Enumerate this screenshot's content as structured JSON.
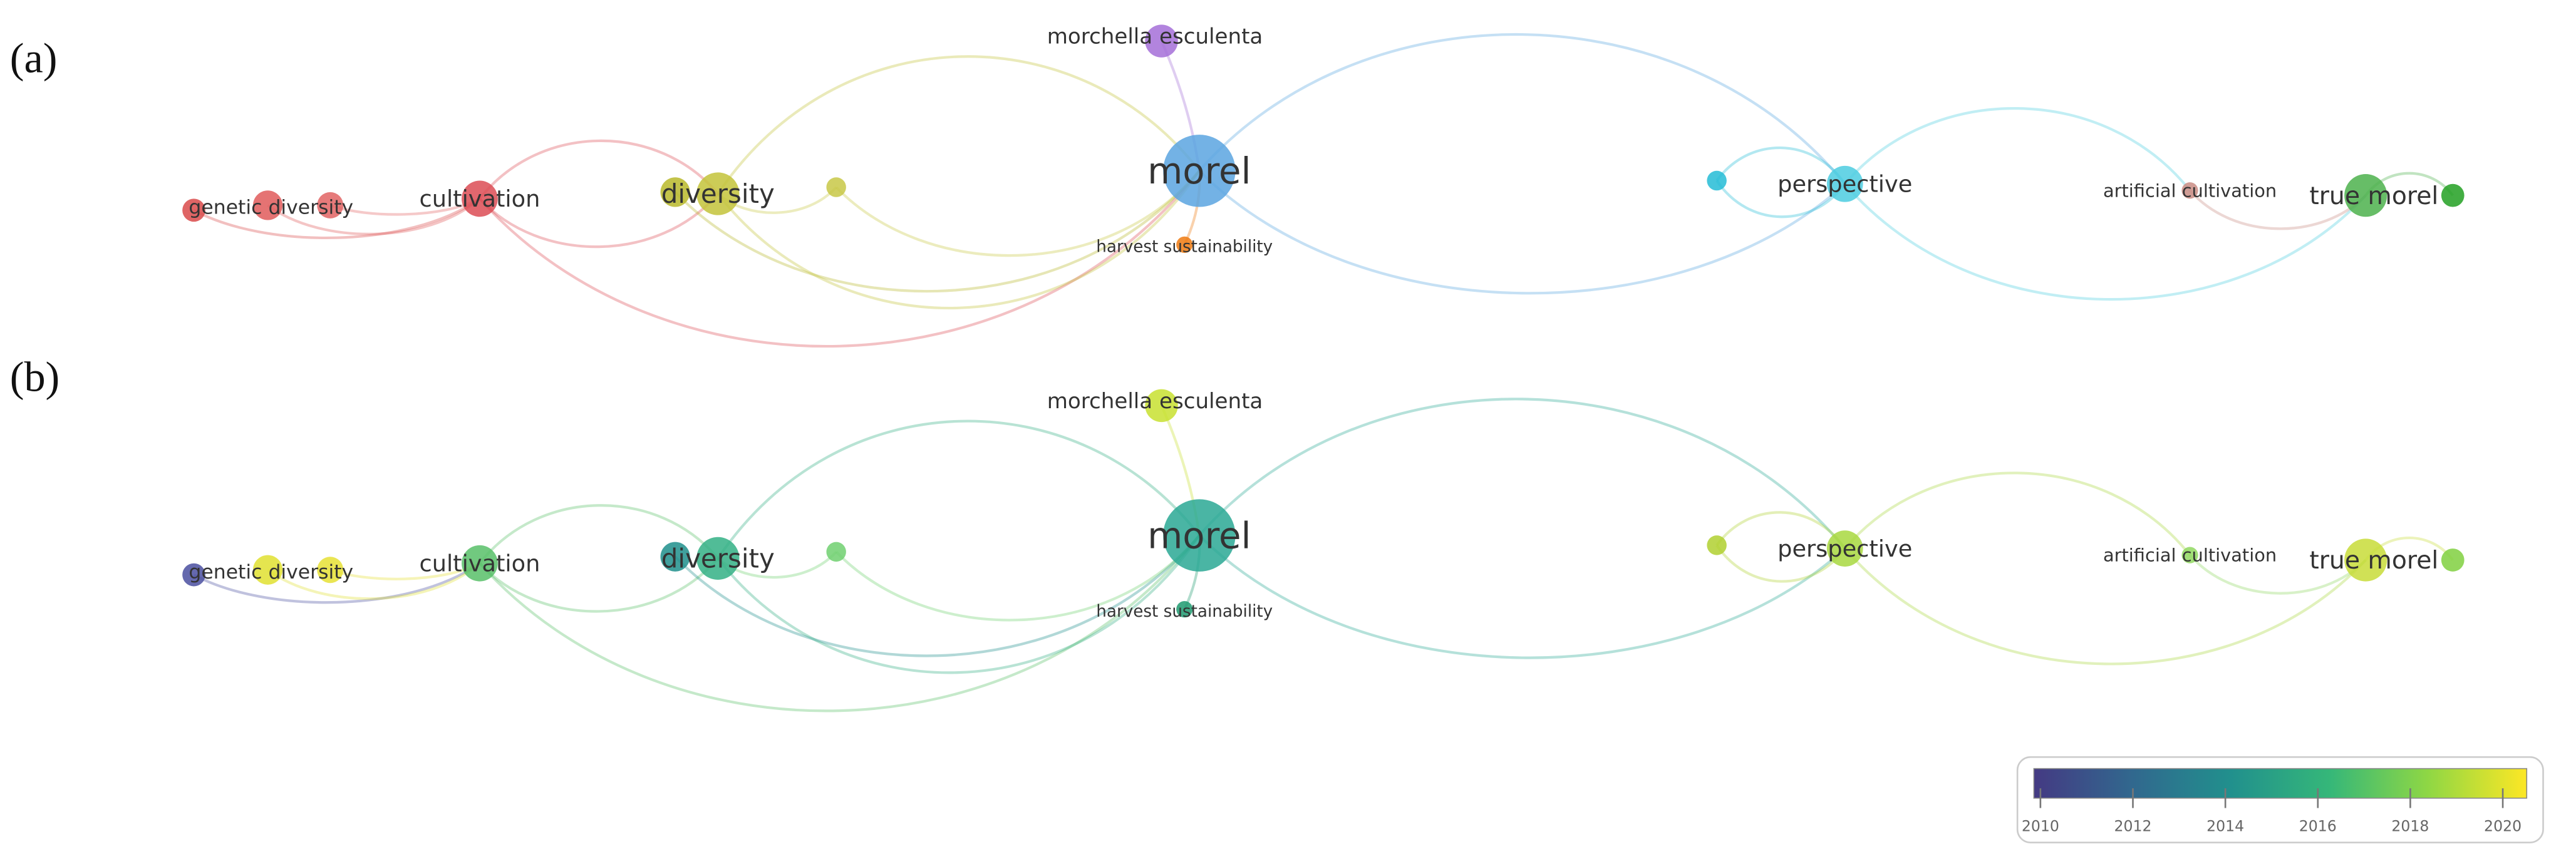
{
  "panels": [
    {
      "label": "(a)",
      "mode": "cluster",
      "nodes": [
        {
          "id": "gd1",
          "label": "",
          "color": "#d94a4a"
        },
        {
          "id": "gd2",
          "label": "genetic diversity",
          "color": "#e05a5a"
        },
        {
          "id": "gd3",
          "label": "",
          "color": "#e26464"
        },
        {
          "id": "cult",
          "label": "cultivation",
          "color": "#dc4c55"
        },
        {
          "id": "div1",
          "label": "",
          "color": "#b8b82a"
        },
        {
          "id": "div2",
          "label": "diversity",
          "color": "#c3c33a"
        },
        {
          "id": "sm1",
          "label": "",
          "color": "#c8c846"
        },
        {
          "id": "morel",
          "label": "morel",
          "color": "#5aa5e0"
        },
        {
          "id": "morch",
          "label": "morchella esculenta",
          "color": "#a46fd8"
        },
        {
          "id": "harv",
          "label": "harvest sustainability",
          "color": "#ee7a10"
        },
        {
          "id": "sm2",
          "label": "",
          "color": "#25bcd6"
        },
        {
          "id": "persp",
          "label": "perspective",
          "color": "#4ccde0"
        },
        {
          "id": "artc",
          "label": "artificial cultivation",
          "color": "#c98c84"
        },
        {
          "id": "tm",
          "label": "true morel",
          "color": "#4cb14c"
        },
        {
          "id": "tm2",
          "label": "",
          "color": "#22a022"
        }
      ]
    },
    {
      "label": "(b)",
      "mode": "overlay",
      "nodes": [
        {
          "id": "gd1",
          "label": "",
          "color": "#4a4fa0"
        },
        {
          "id": "gd2",
          "label": "genetic diversity",
          "color": "#e0e030"
        },
        {
          "id": "gd3",
          "label": "",
          "color": "#e6e035"
        },
        {
          "id": "cult",
          "label": "cultivation",
          "color": "#58c068"
        },
        {
          "id": "div1",
          "label": "",
          "color": "#1f8f8c"
        },
        {
          "id": "div2",
          "label": "diversity",
          "color": "#33b085"
        },
        {
          "id": "sm1",
          "label": "",
          "color": "#70d070"
        },
        {
          "id": "morel",
          "label": "morel",
          "color": "#2aa894"
        },
        {
          "id": "morch",
          "label": "morchella esculenta",
          "color": "#c8e030"
        },
        {
          "id": "harv",
          "label": "harvest sustainability",
          "color": "#1f9a70"
        },
        {
          "id": "sm2",
          "label": "",
          "color": "#b0d030"
        },
        {
          "id": "persp",
          "label": "perspective",
          "color": "#a8d840"
        },
        {
          "id": "artc",
          "label": "artificial cultivation",
          "color": "#90d860"
        },
        {
          "id": "tm",
          "label": "true morel",
          "color": "#c8dc38"
        },
        {
          "id": "tm2",
          "label": "",
          "color": "#80d040"
        }
      ]
    }
  ],
  "legend": {
    "ticks": [
      "2010",
      "2012",
      "2014",
      "2016",
      "2018",
      "2020"
    ],
    "range": [
      2010,
      2020.5
    ],
    "gradient": [
      "#443a83",
      "#31688e",
      "#21908d",
      "#35b779",
      "#8fd744",
      "#fde725"
    ]
  }
}
